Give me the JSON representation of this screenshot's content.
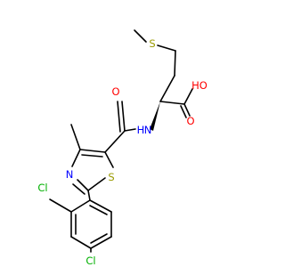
{
  "molecule": {
    "atoms": [
      {
        "id": "s_methyl",
        "label": "S",
        "color": "#9a9a00"
      },
      {
        "id": "o_hydroxyl",
        "label": "HO",
        "color": "#ff0000"
      },
      {
        "id": "o_acid_carbonyl",
        "label": "O",
        "color": "#ff0000"
      },
      {
        "id": "n_amide",
        "label": "N",
        "color": "#0000ff"
      },
      {
        "id": "h_amide",
        "label": "H",
        "color": "#0000ff"
      },
      {
        "id": "o_amide_carbonyl",
        "label": "O",
        "color": "#ff0000"
      },
      {
        "id": "n_thiazole",
        "label": "N",
        "color": "#0000ff"
      },
      {
        "id": "s_thiazole",
        "label": "S",
        "color": "#9a9a00"
      },
      {
        "id": "cl_ortho",
        "label": "Cl",
        "color": "#00b000"
      },
      {
        "id": "cl_para",
        "label": "Cl",
        "color": "#00b000"
      }
    ],
    "bond_color": "#000000"
  }
}
